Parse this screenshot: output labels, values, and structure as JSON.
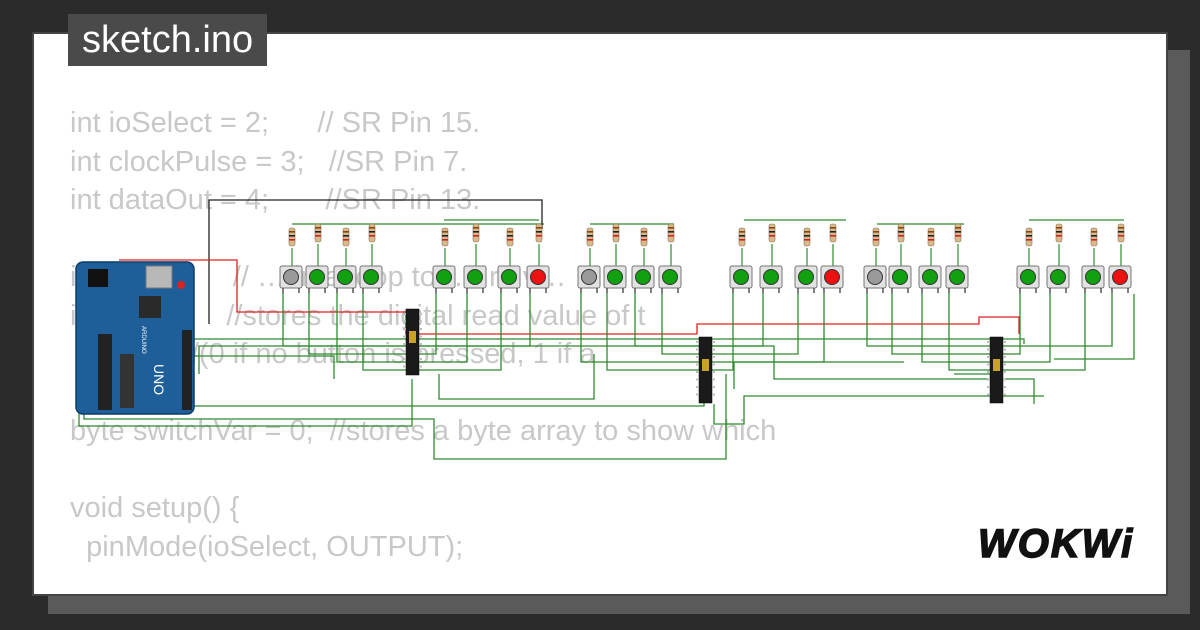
{
  "file_tab": {
    "label": "sketch.ino"
  },
  "code_lines": [
    "int ioSelect = 2;      // SR Pin 15.",
    "int clockPulse = 3;   //SR Pin 7.",
    "int dataOut = 4;       //SR Pin 13.",
    "",
    "int i…           // … in a loop to …  re v…",
    "i…   e;         //stores the digital read value of t",
    "              //(0 if no button is pressed, 1 if a",
    "",
    "byte switchVar = 0;  //stores a byte array to show which",
    "",
    "void setup() {",
    "  pinMode(ioSelect, OUTPUT);"
  ],
  "circuit": {
    "board_label": "UNO",
    "board_brand": "ARDUINO",
    "button_groups": [
      [
        "gray",
        "green",
        "green",
        "green",
        "green",
        "green",
        "green",
        "red"
      ],
      [
        "gray",
        "green",
        "green",
        "green",
        "green",
        "green",
        "green",
        "red"
      ],
      [
        "gray",
        "green",
        "green",
        "green",
        "green",
        "green",
        "green",
        "red"
      ]
    ]
  },
  "colors": {
    "background": "#2b2b2b",
    "card": "#ffffff",
    "tab": "#4a4a4a",
    "code_text": "#c8c8c8",
    "wire_green": "#2e8b2e",
    "wire_red": "#e02020",
    "wire_black": "#222222",
    "board_blue": "#1f5f99",
    "button_green": "#10a010",
    "button_red": "#ee1111",
    "button_gray": "#9a9a9a"
  },
  "brand": {
    "logo": "WOKWi"
  }
}
